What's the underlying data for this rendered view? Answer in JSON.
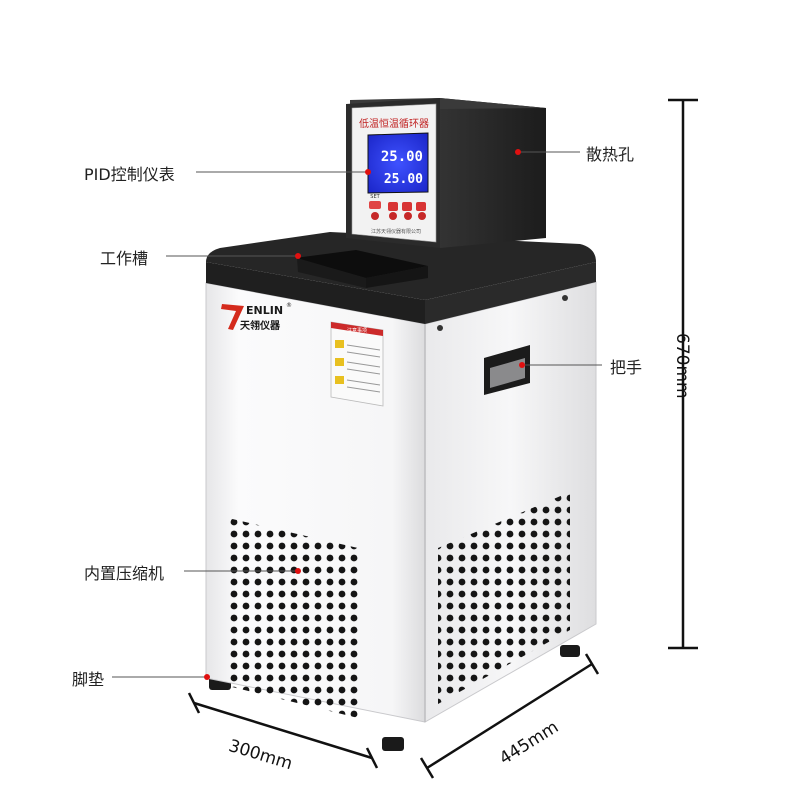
{
  "device": {
    "controller_title": "低温恒温循环器",
    "display_set_value": "25.00",
    "display_pv_value": "25.00",
    "key_set": "SET",
    "brand": "ENLIN",
    "brand_cn": "天翎仪器",
    "brand_mark": "®",
    "warning_label_title": "注意事项",
    "controller_maker": "江苏天翎仪器有限公司"
  },
  "callouts": {
    "pid": "PID控制仪表",
    "heat_vent": "散热孔",
    "work_tank": "工作槽",
    "handle": "把手",
    "compressor": "内置压缩机",
    "foot_pad": "脚垫"
  },
  "dimensions": {
    "height": "670mm",
    "width": "300mm",
    "depth": "445mm"
  },
  "colors": {
    "body": "#f4f4f5",
    "top_cover": "#262626",
    "controller_box": "#2b2b2b",
    "lcd": "#1e2ee0",
    "leader_dot": "#e01010",
    "brand_red": "#d42a1c"
  }
}
